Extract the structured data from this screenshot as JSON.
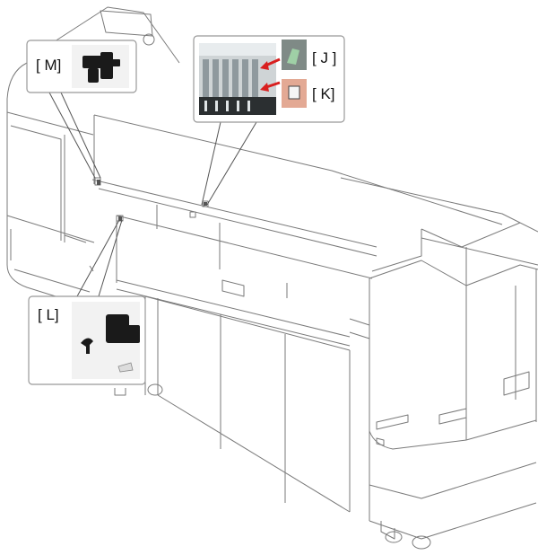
{
  "callouts": {
    "m": {
      "label": "[ M]"
    },
    "j": {
      "label": "[ J ]"
    },
    "k": {
      "label": "[ K]"
    },
    "l": {
      "label": "[ L]"
    }
  },
  "colors": {
    "line": "#7a7a7a",
    "callout_border": "#999999",
    "part_dark": "#1a1a1a",
    "arrow_red": "#d91f1f"
  }
}
